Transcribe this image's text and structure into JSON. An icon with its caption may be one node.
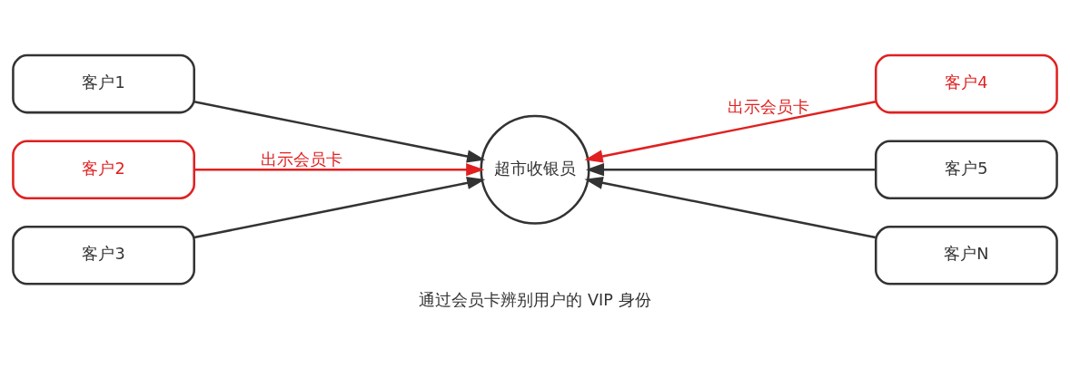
{
  "diagram": {
    "nodes": [
      {
        "text": [
          "客户1"
        ]
      },
      {
        "text": [
          "客户2"
        ]
      },
      {
        "text": [
          "客户3"
        ]
      },
      {
        "text": [
          "超市收银员"
        ]
      },
      {
        "text": [
          "客户4"
        ]
      },
      {
        "text": [
          "客户5"
        ]
      },
      {
        "text": [
          "客户N"
        ]
      }
    ],
    "edges": [
      {
        "from": 0,
        "to": 3,
        "arrow": "to"
      },
      {
        "from": 1,
        "to": 3,
        "arrow": "to",
        "label": "出示会员卡",
        "color": "#e02020"
      },
      {
        "from": 2,
        "to": 3,
        "arrow": "to"
      },
      {
        "from": 4,
        "to": 3,
        "arrow": "to",
        "label": "出示会员卡",
        "color": "#e02020"
      },
      {
        "from": 5,
        "to": 3,
        "arrow": "to"
      },
      {
        "from": 6,
        "to": 3,
        "arrow": "to"
      }
    ],
    "labels": [
      "通过会员卡辨别用户的 VIP 身份"
    ]
  }
}
